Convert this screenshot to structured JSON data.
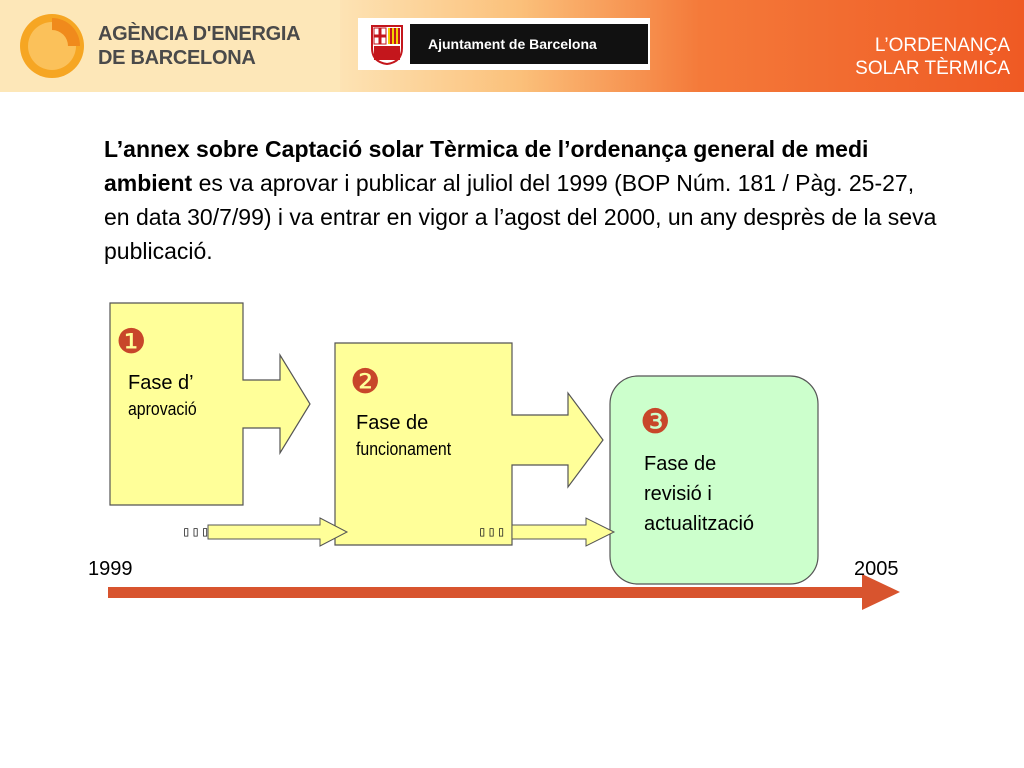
{
  "header": {
    "agency_line1": "AGÈNCIA D'ENERGIA",
    "agency_line2": "DE BARCELONA",
    "city": "Ajuntament de Barcelona",
    "title_line1": "L’ORDENANÇA",
    "title_line2": "SOLAR TÈRMICA"
  },
  "intro": {
    "bold_part": "L’annex sobre Captació solar Tèrmica de l’ordenança general de medi ambient",
    "rest": " es va aprovar i publicar al juliol del 1999 (BOP Núm. 181 / Pàg. 25-27, en data 30/7/99) i va entrar en vigor a l’agost del 2000, un any desprès de la seva publicació."
  },
  "phases": [
    {
      "number": "❶",
      "line1": "Fase d’",
      "line2": "aprovació"
    },
    {
      "number": "❷",
      "line1": "Fase de",
      "line2": "funcionament"
    },
    {
      "number": "❸",
      "line1": "Fase de",
      "line2": "revisió i",
      "line3": "actualització"
    }
  ],
  "timeline": {
    "start": "1999",
    "end": "2005",
    "ellipsis": "▯▯▯"
  },
  "colors": {
    "phase_yellow": "#ffff99",
    "phase_green": "#ccffcc",
    "number_red": "#c8462a",
    "timeline": "#d8542e",
    "header_orange": "#ef5a24"
  }
}
